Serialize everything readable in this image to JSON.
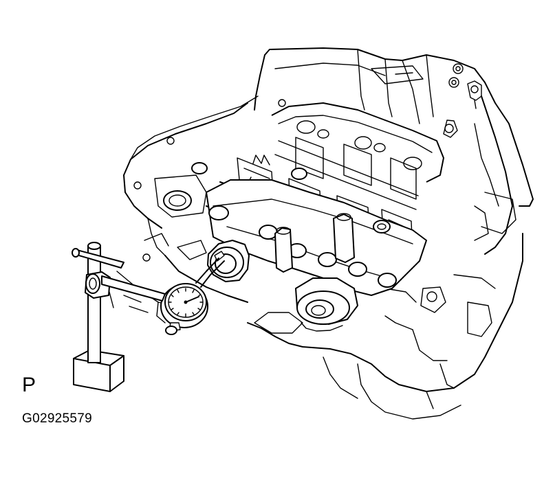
{
  "figure": {
    "view_label": "P",
    "code": "G02925579"
  },
  "parts": {
    "engine_block": "engine-block-outline",
    "camshaft_housing": "camshaft-bearing-cap-frame",
    "cam_sprocket": "camshaft-timing-sprocket",
    "dial_indicator": "dial-indicator-gauge",
    "magnetic_base": "magnetic-base-stand"
  }
}
